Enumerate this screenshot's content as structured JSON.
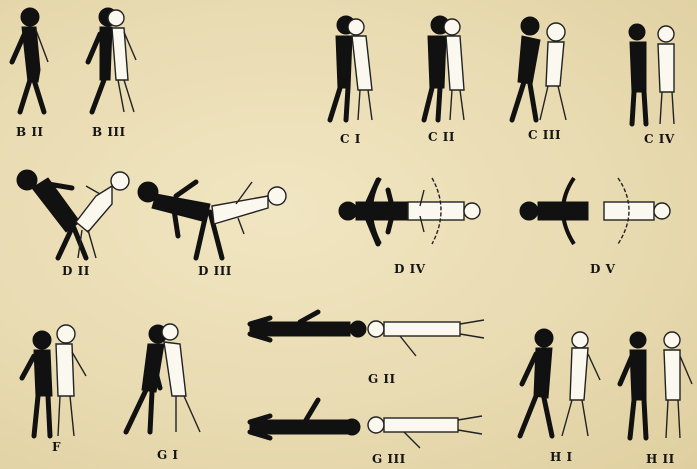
{
  "plate": {
    "background": "#e9dcb2",
    "ink": "#111111",
    "captions": {
      "b2": "B II",
      "b3": "B III",
      "c1": "C I",
      "c2": "C II",
      "c3": "C III",
      "c4": "C IV",
      "d2": "D II",
      "d3": "D III",
      "d4": "D IV",
      "d5": "D V",
      "f": "F",
      "g1": "G I",
      "g2": "G II",
      "g3": "G III",
      "h1": "H I",
      "h2": "H II"
    }
  }
}
